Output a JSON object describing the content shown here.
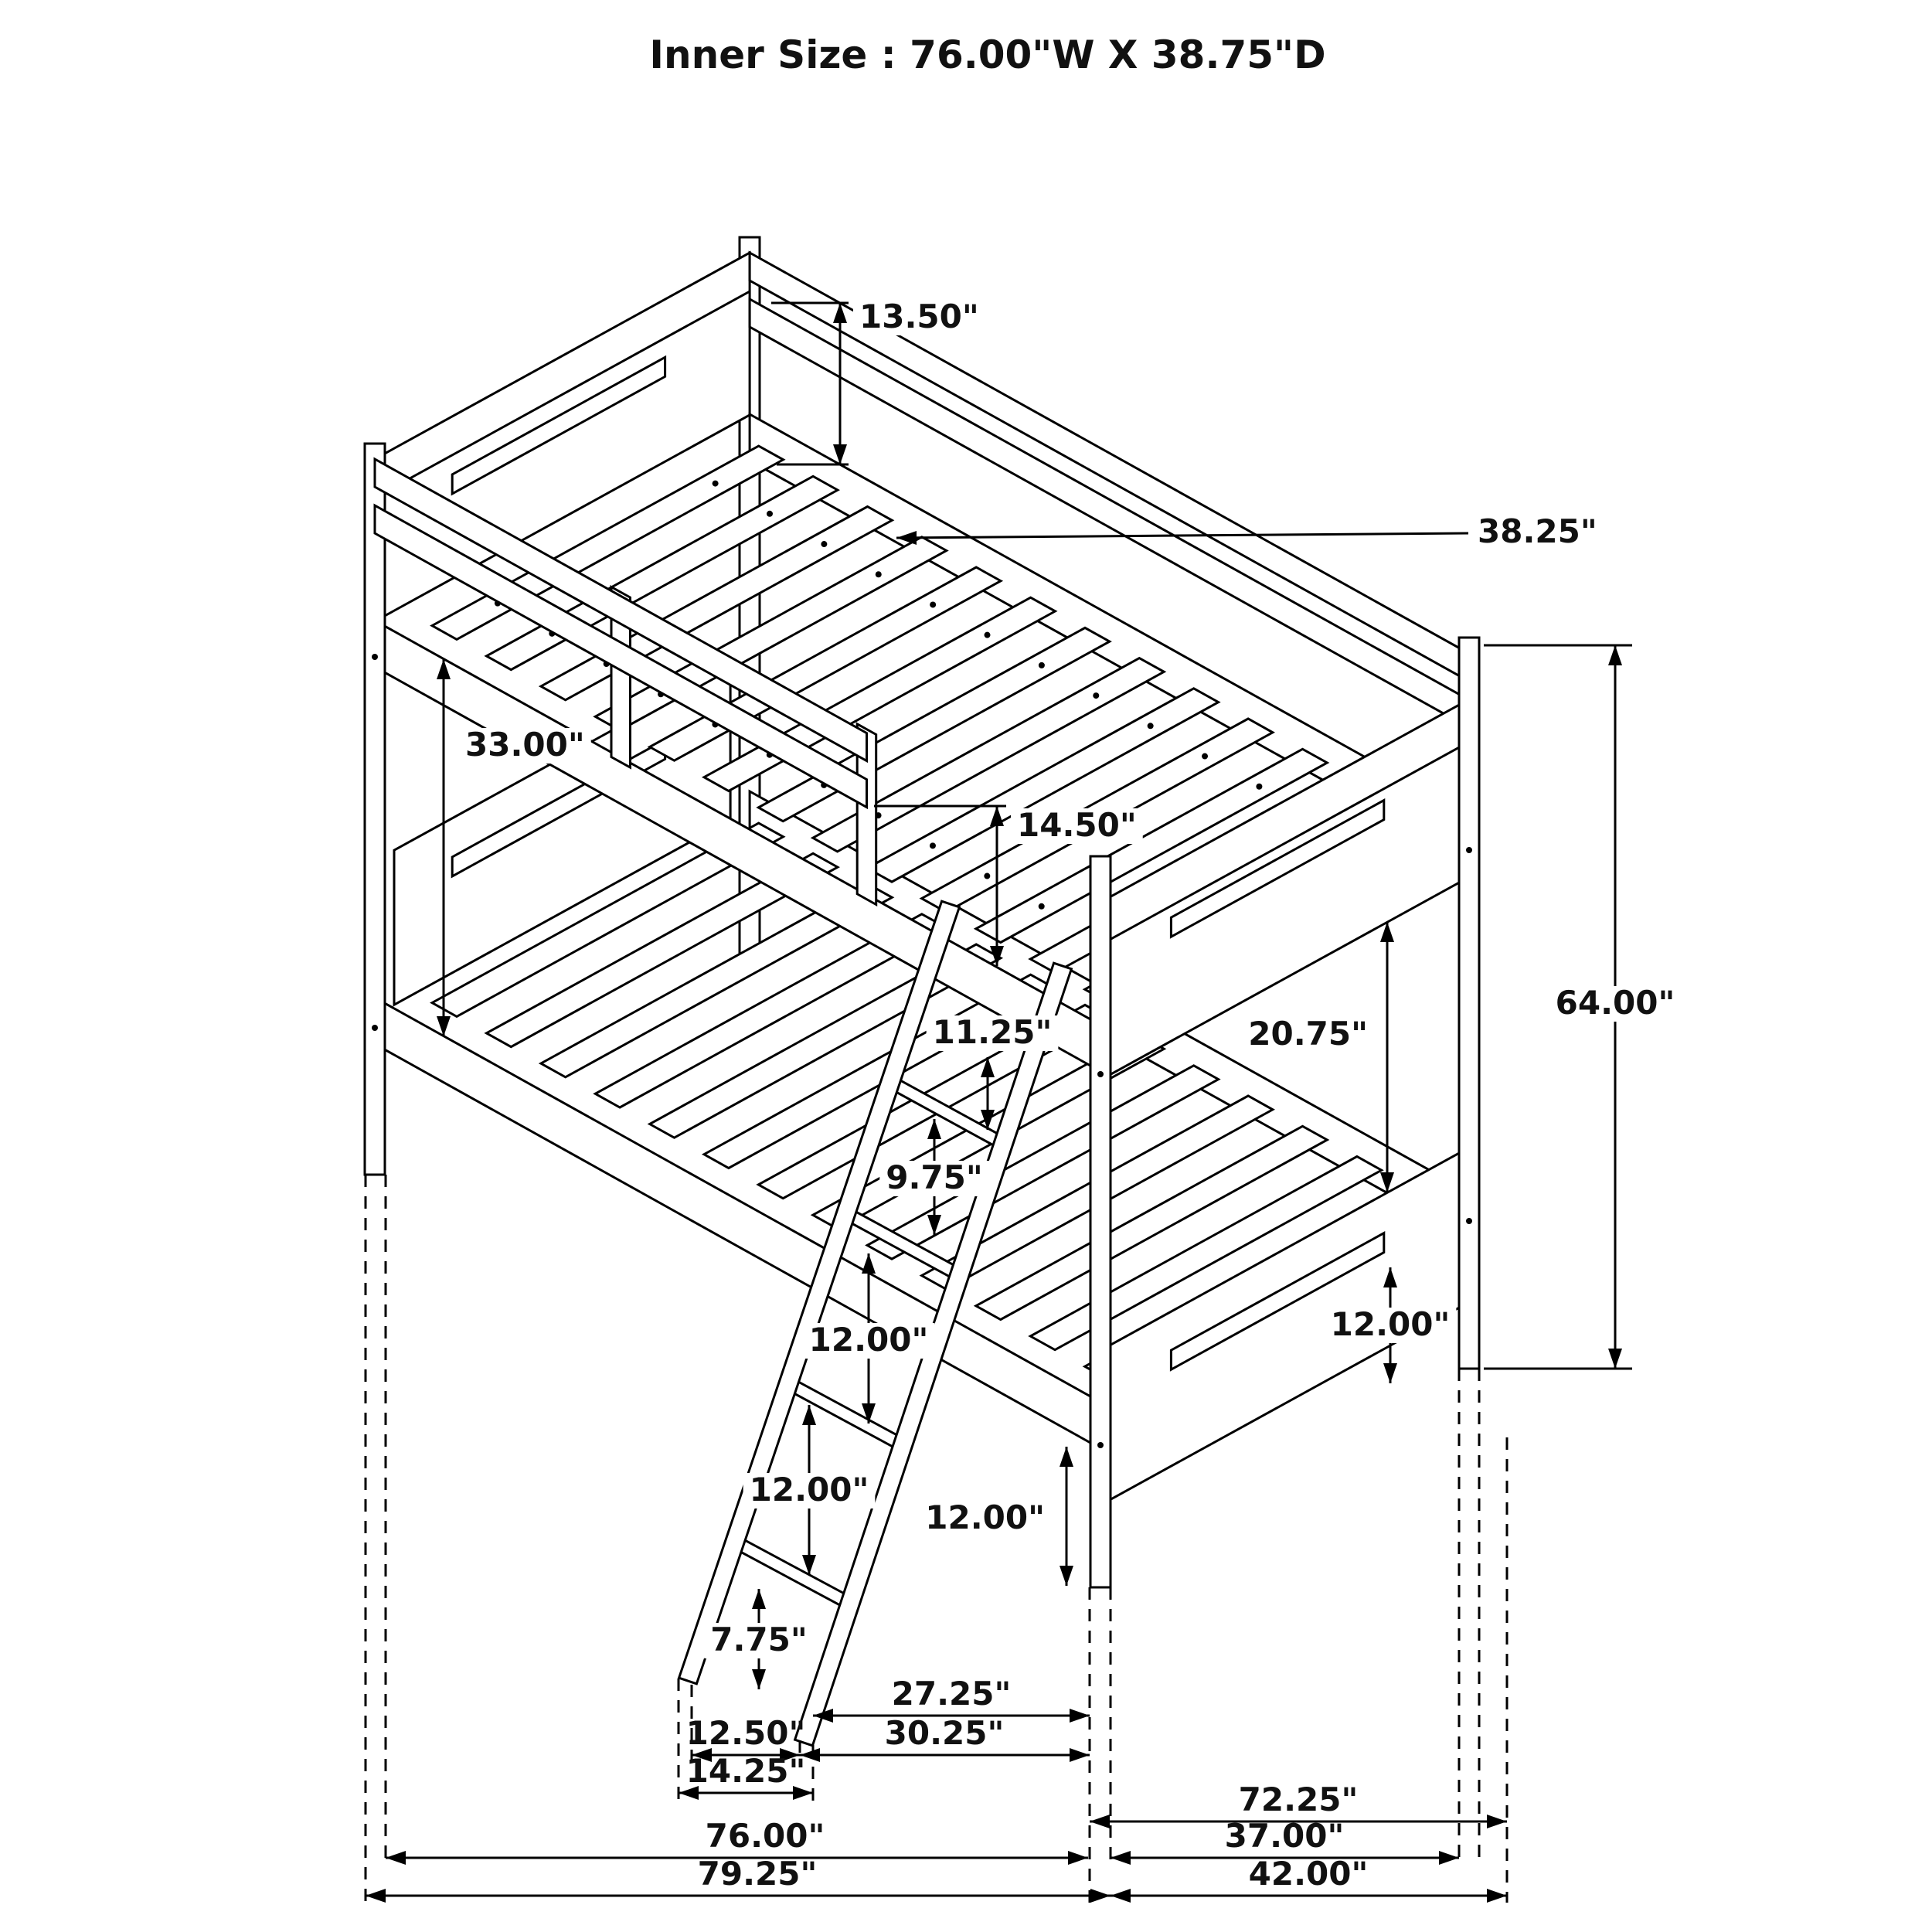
{
  "title": "Inner Size : 76.00\"W X 38.75\"D",
  "dims": {
    "headboard_height": "13.50\"",
    "slat_length": "38.25\"",
    "rail_spacing": "33.00\"",
    "guardrail_height": "14.50\"",
    "bunk_clearance": "20.75\"",
    "overall_height": "64.00\"",
    "ladder_step_1": "11.25\"",
    "ladder_step_2": "9.75\"",
    "ladder_step_3": "12.00\"",
    "right_leg_height": "12.00\"",
    "ladder_step_4": "12.00\"",
    "front_leg_height": "12.00\"",
    "ladder_step_5": "7.75\"",
    "ladder_to_post": "27.25\"",
    "ladder_width_inner": "12.50\"",
    "ladder_span": "30.25\"",
    "ladder_width_outer": "14.25\"",
    "rail_length": "72.25\"",
    "inner_length": "76.00\"",
    "right_section_depth": "37.00\"",
    "overall_length": "79.25\"",
    "overall_depth": "42.00\""
  }
}
